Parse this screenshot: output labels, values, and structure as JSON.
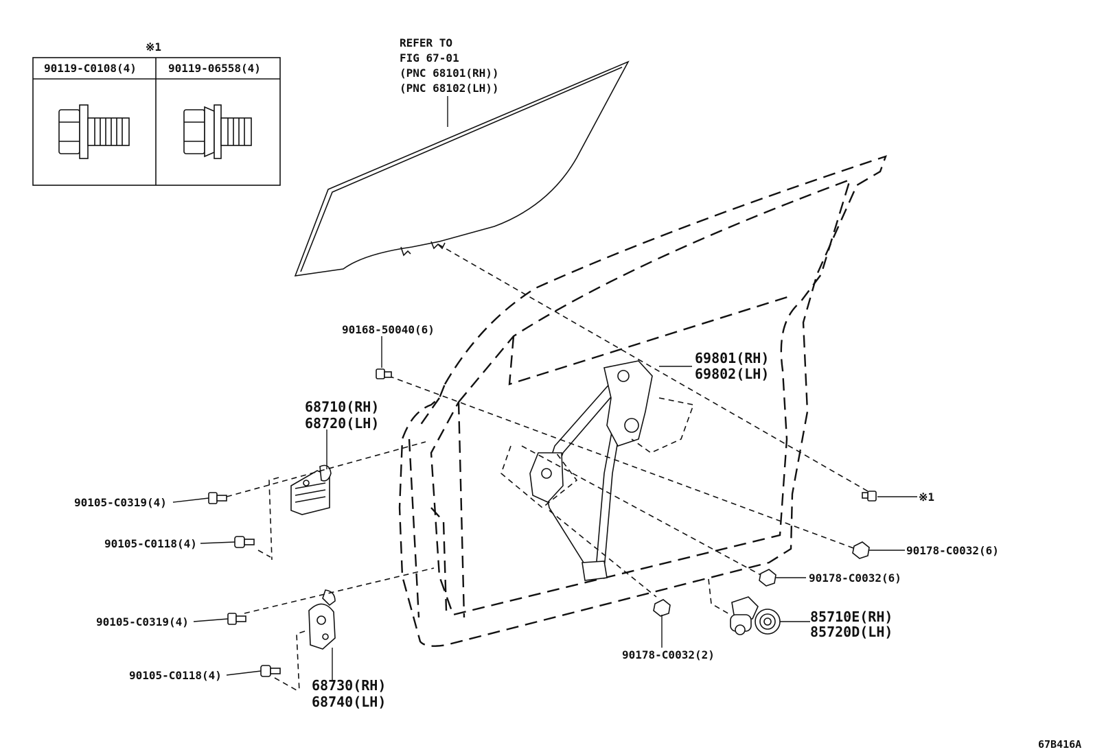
{
  "fastener_table": {
    "note_symbol": "※1",
    "col1": "90119-C0108(4)",
    "col2": "90119-06558(4)"
  },
  "glass_ref": {
    "line1": "REFER TO",
    "line2": "FIG 67-01",
    "line3": "(PNC 68101(RH))",
    "line4": "(PNC 68102(LH))"
  },
  "callouts": {
    "bolt_top": "90168-50040(6)",
    "regulator_rh": "69801(RH)",
    "regulator_lh": "69802(LH)",
    "hinge_upper_rh": "68710(RH)",
    "hinge_upper_lh": "68720(LH)",
    "bolt_upper_a": "90105-C0319(4)",
    "bolt_upper_b": "90105-C0118(4)",
    "bolt_lower_a": "90105-C0319(4)",
    "bolt_lower_b": "90105-C0118(4)",
    "hinge_lower_rh": "68730(RH)",
    "hinge_lower_lh": "68740(LH)",
    "note_ref": "※1",
    "nut_right": "90178-C0032(6)",
    "nut_mid": "90178-C0032(6)",
    "nut_bottom": "90178-C0032(2)",
    "motor_rh": "85710E(RH)",
    "motor_lh": "85720D(LH)",
    "figure_code": "67B416A"
  }
}
